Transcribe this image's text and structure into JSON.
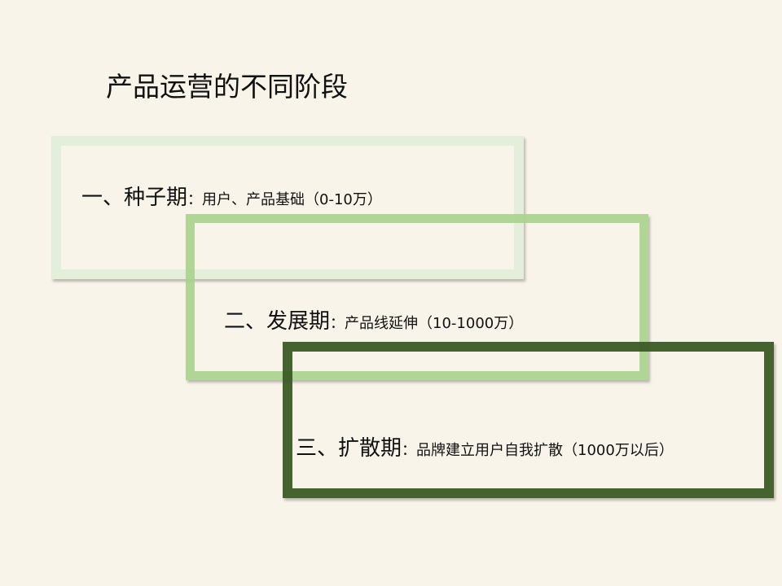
{
  "slide": {
    "title": "产品运营的不同阶段",
    "stages": [
      {
        "head": "一、种子期",
        "desc": "：用户、产品基础（0-10万）"
      },
      {
        "head": "二、发展期",
        "desc": "：产品线延伸（10-1000万）"
      },
      {
        "head": "三、扩散期",
        "desc": "：品牌建立用户自我扩散（1000万以后）"
      }
    ]
  },
  "colors": {
    "background": "#f8f4ea",
    "box1": "#e2eed9",
    "box2": "#a9d18e",
    "box3": "#3b5a25"
  }
}
